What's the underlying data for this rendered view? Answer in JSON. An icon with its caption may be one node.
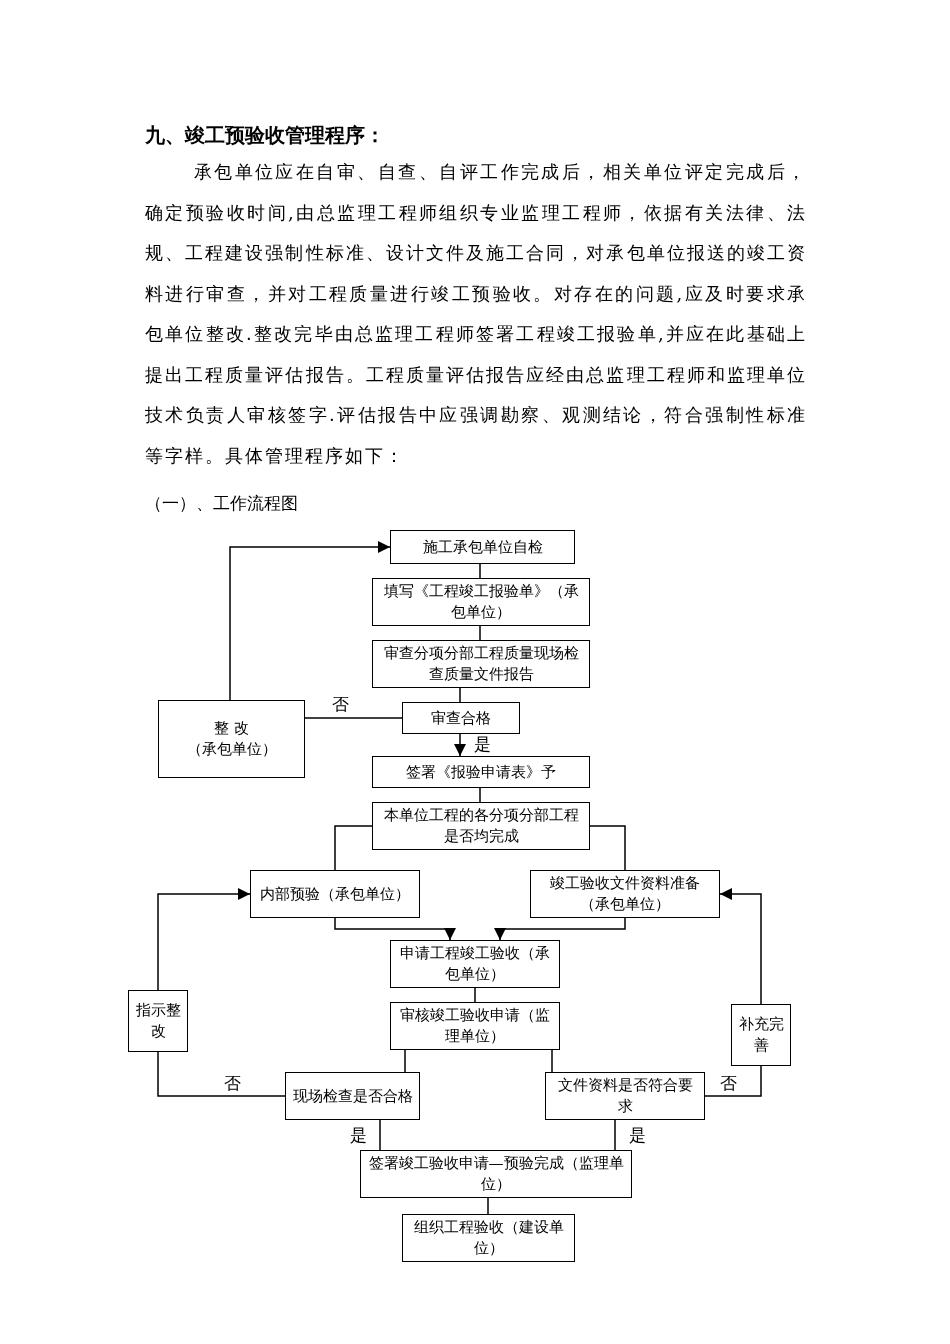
{
  "diagram": {
    "title": "九、竣工预验收管理程序：",
    "nodes": [
      {
        "text": [
          "施工承包单位自检"
        ]
      },
      {
        "text": [
          "填写《工程竣工报验单》（承包单位）"
        ]
      },
      {
        "text": [
          "审查分项分部工程质量现场检查质量文件报告"
        ]
      },
      {
        "text": [
          "审查合格"
        ]
      },
      {
        "text": [
          "整 改",
          "（承包单位）"
        ]
      },
      {
        "text": [
          "签署《报验申请表》予"
        ]
      },
      {
        "text": [
          "本单位工程的各分项分部工程是否均完成"
        ]
      },
      {
        "text": [
          "内部预验（承包单位）"
        ]
      },
      {
        "text": [
          "竣工验收文件资料准备（承包单位）"
        ]
      },
      {
        "text": [
          "申请工程竣工验收（承包单位）"
        ]
      },
      {
        "text": [
          "审核竣工验收申请（监理单位）"
        ]
      },
      {
        "text": [
          "指示整改"
        ]
      },
      {
        "text": [
          "补充完善"
        ]
      },
      {
        "text": [
          "现场检查是否合格"
        ]
      },
      {
        "text": [
          "文件资料是否符合要求"
        ]
      },
      {
        "text": [
          "签署竣工验收申请—预验完成（监理单位）"
        ]
      },
      {
        "text": [
          "组织工程验收（建设单位）"
        ]
      }
    ],
    "edges": [
      {
        "from": 0,
        "to": 1,
        "arrow": "none"
      },
      {
        "from": 1,
        "to": 2,
        "arrow": "none"
      },
      {
        "from": 2,
        "to": 3,
        "arrow": "none"
      },
      {
        "from": 3,
        "to": 4,
        "arrow": "none",
        "label": "否"
      },
      {
        "from": 4,
        "to": 0,
        "arrow": "to"
      },
      {
        "from": 3,
        "to": 5,
        "arrow": "to",
        "label": "是"
      },
      {
        "from": 5,
        "to": 6,
        "arrow": "none"
      },
      {
        "from": 6,
        "to": 7,
        "arrow": "none"
      },
      {
        "from": 6,
        "to": 8,
        "arrow": "none"
      },
      {
        "from": 7,
        "to": 9,
        "arrow": "to"
      },
      {
        "from": 8,
        "to": 9,
        "arrow": "to"
      },
      {
        "from": 9,
        "to": 10,
        "arrow": "none"
      },
      {
        "from": 10,
        "to": 13,
        "arrow": "none"
      },
      {
        "from": 10,
        "to": 14,
        "arrow": "none"
      },
      {
        "from": 13,
        "to": 11,
        "arrow": "none",
        "label": "否"
      },
      {
        "from": 11,
        "to": 7,
        "arrow": "to"
      },
      {
        "from": 14,
        "to": 12,
        "arrow": "none",
        "label": "否"
      },
      {
        "from": 12,
        "to": 8,
        "arrow": "to"
      },
      {
        "from": 13,
        "to": 15,
        "arrow": "none",
        "label": "是"
      },
      {
        "from": 14,
        "to": 15,
        "arrow": "none",
        "label": "是"
      },
      {
        "from": 15,
        "to": 16,
        "arrow": "none"
      }
    ],
    "labels": [
      "承包单位应在自审、自查、自评工作完成后，相关单位评定完成后，确定预验收时间,由总监理工程师组织专业监理工程师，依据有关法律、法规、工程建设强制性标准、设计文件及施工合同，对承包单位报送的竣工资料进行审查，并对工程质量进行竣工预验收。对存在的问题,应及时要求承包单位整改.整改完毕由总监理工程师签署工程竣工报验单,并应在此基础上提出工程质量评估报告。工程质量评估报告应经由总监理工程师和监理单位技术负责人审核签字.评估报告中应强调勘察、观测结论，符合强制性标准等字样。具体管理程序如下：",
      "（一）、工作流程图"
    ]
  }
}
